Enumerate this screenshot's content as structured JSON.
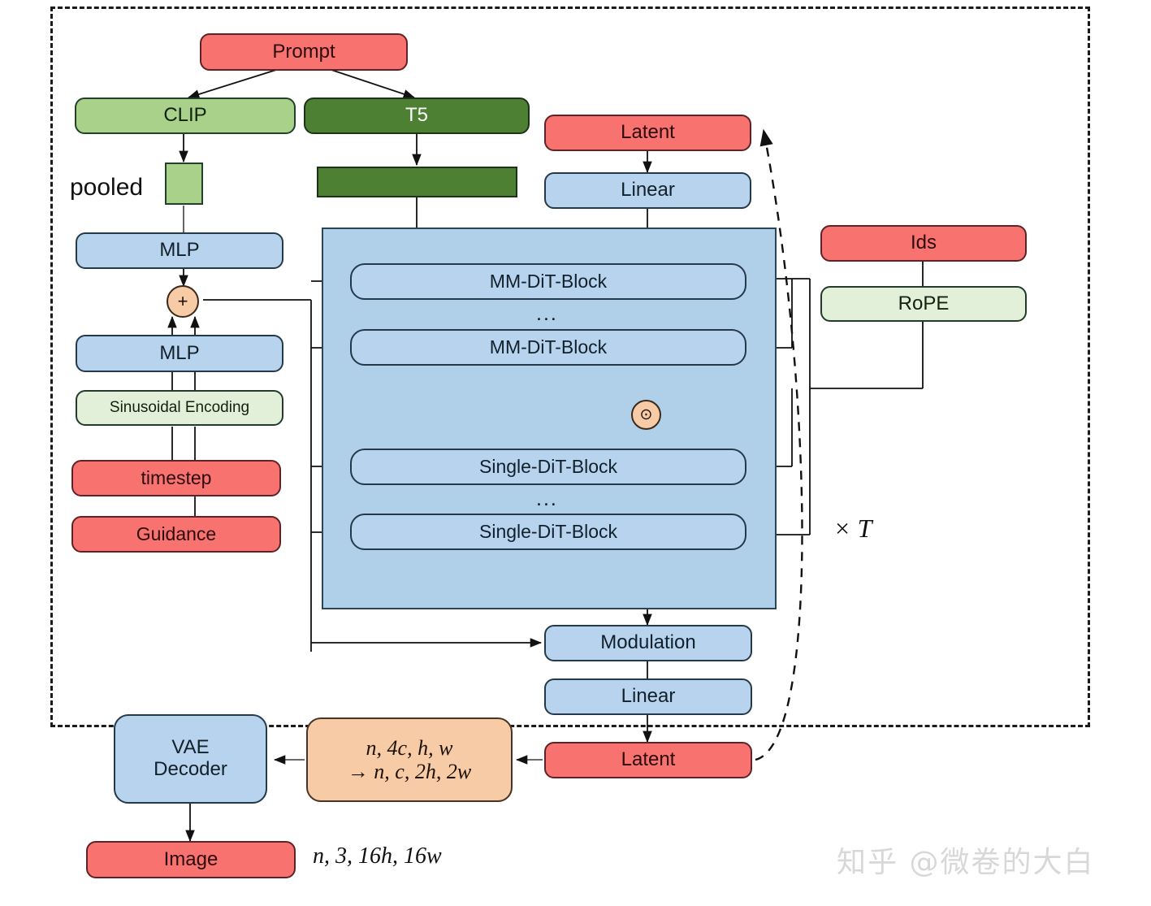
{
  "diagram": {
    "title_watermark": "知乎 @微卷的大白",
    "loop_label": "× T",
    "ellipsis": "...",
    "pooled_label": "pooled",
    "image_shape_label": "n, 3, 16h, 16w",
    "colors": {
      "red": "#f8726f",
      "blue": "#b8d3ee",
      "green": "#a9d18a",
      "dark_green": "#4e8034",
      "pale_green": "#e2efd9",
      "orange": "#f7cba6",
      "panel_blue": "#b0cfe9",
      "stroke": "#1b1b1b"
    },
    "nodes": {
      "prompt": "Prompt",
      "clip": "CLIP",
      "t5": "T5",
      "clip_pooled_bar": "",
      "t5_embed_bar": "",
      "mlp_top": "MLP",
      "mlp_bottom": "MLP",
      "sinusoidal": "Sinusoidal Encoding",
      "timestep": "timestep",
      "guidance": "Guidance",
      "latent_in": "Latent",
      "linear_in": "Linear",
      "mm_dit_block_1": "MM-DiT-Block",
      "mm_dit_block_n": "MM-DiT-Block",
      "single_dit_block_1": "Single-DiT-Block",
      "single_dit_block_n": "Single-DiT-Block",
      "ids": "Ids",
      "rope": "RoPE",
      "modulation": "Modulation",
      "linear_out": "Linear",
      "latent_out": "Latent",
      "reshape": "n, 4c, h, w\n→ n, c, 2h, 2w",
      "vae_decoder": "VAE\nDecoder",
      "image": "Image",
      "add_op": "+",
      "concat_op": "⊙"
    }
  }
}
